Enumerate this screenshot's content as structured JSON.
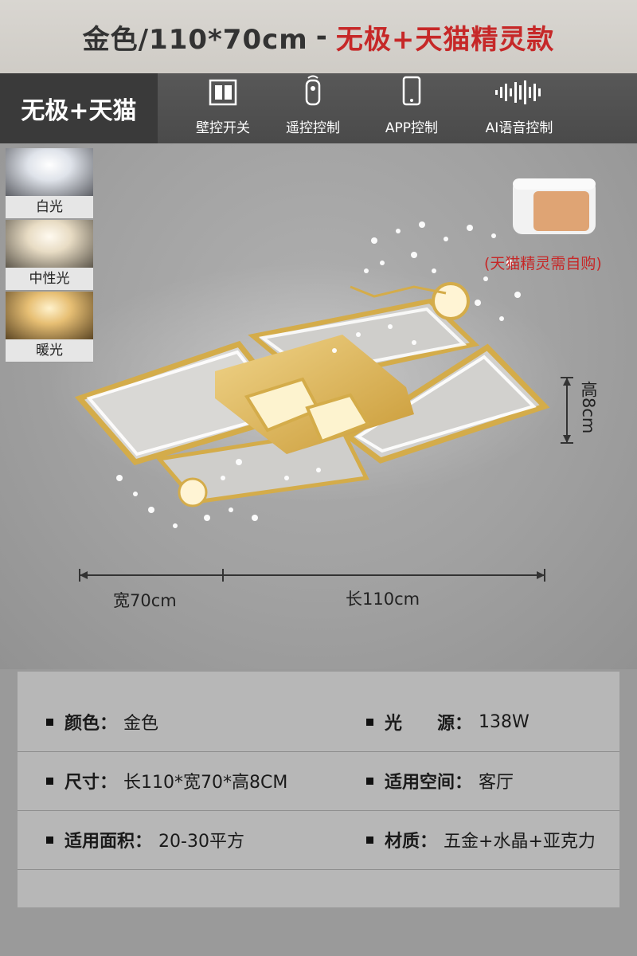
{
  "header": {
    "title_main": "金色/110*70cm",
    "title_sep": "-",
    "title_accent": "无极+天猫精灵款"
  },
  "mode": {
    "label": "无极+天猫"
  },
  "controls": [
    {
      "label": "壁控开关",
      "icon": "wall-switch-icon"
    },
    {
      "label": "遥控控制",
      "icon": "remote-control-icon"
    },
    {
      "label": "APP控制",
      "icon": "smartphone-icon"
    },
    {
      "label": "AI语音控制",
      "icon": "voice-wave-icon"
    }
  ],
  "light_modes": [
    {
      "label": "白光",
      "color": "#f4f6fb"
    },
    {
      "label": "中性光",
      "color": "#f3ead8"
    },
    {
      "label": "暖光",
      "color": "#f2cf8e"
    }
  ],
  "speaker_note": "(天猫精灵需自购)",
  "dimensions": {
    "width": "宽70cm",
    "length": "长110cm",
    "height": "高8cm"
  },
  "specs": [
    [
      {
        "key": "颜色：",
        "value": "金色"
      },
      {
        "key": "光　　源：",
        "value": "138W"
      }
    ],
    [
      {
        "key": "尺寸：",
        "value": "长110*宽70*高8CM"
      },
      {
        "key": "适用空间：",
        "value": "客厅"
      }
    ],
    [
      {
        "key": "适用面积：",
        "value": "20-30平方"
      },
      {
        "key": "材质：",
        "value": "五金+水晶+亚克力"
      }
    ]
  ],
  "colors": {
    "accent": "#c62828",
    "gold": "#d4ac4a"
  }
}
